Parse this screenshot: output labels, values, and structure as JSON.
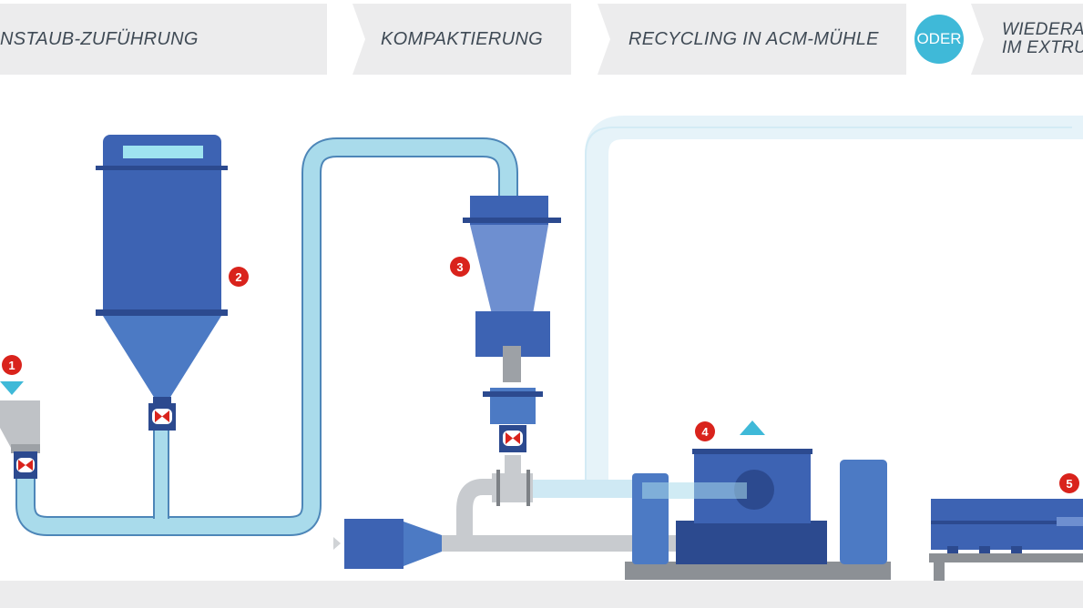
{
  "steps": [
    {
      "label": "NSTAUB-ZUFÜHRUNG"
    },
    {
      "label": "KOMPAKTIERUNG"
    },
    {
      "label": "RECYCLING IN ACM-MÜHLE"
    },
    {
      "label_line1": "WIEDERA",
      "label_line2": "IM EXTRU"
    }
  ],
  "oder_label": "ODER",
  "markers": [
    "1",
    "2",
    "3",
    "4",
    "5"
  ],
  "colors": {
    "pipe_light": "#a9dbeb",
    "pipe_dark": "#4d86b8",
    "equipment_blue": "#3d63b3",
    "equipment_dark": "#2c4a8f",
    "accent_cyan": "#3fb9d8",
    "marker_red": "#d9231c",
    "header_bg": "#ececed"
  }
}
